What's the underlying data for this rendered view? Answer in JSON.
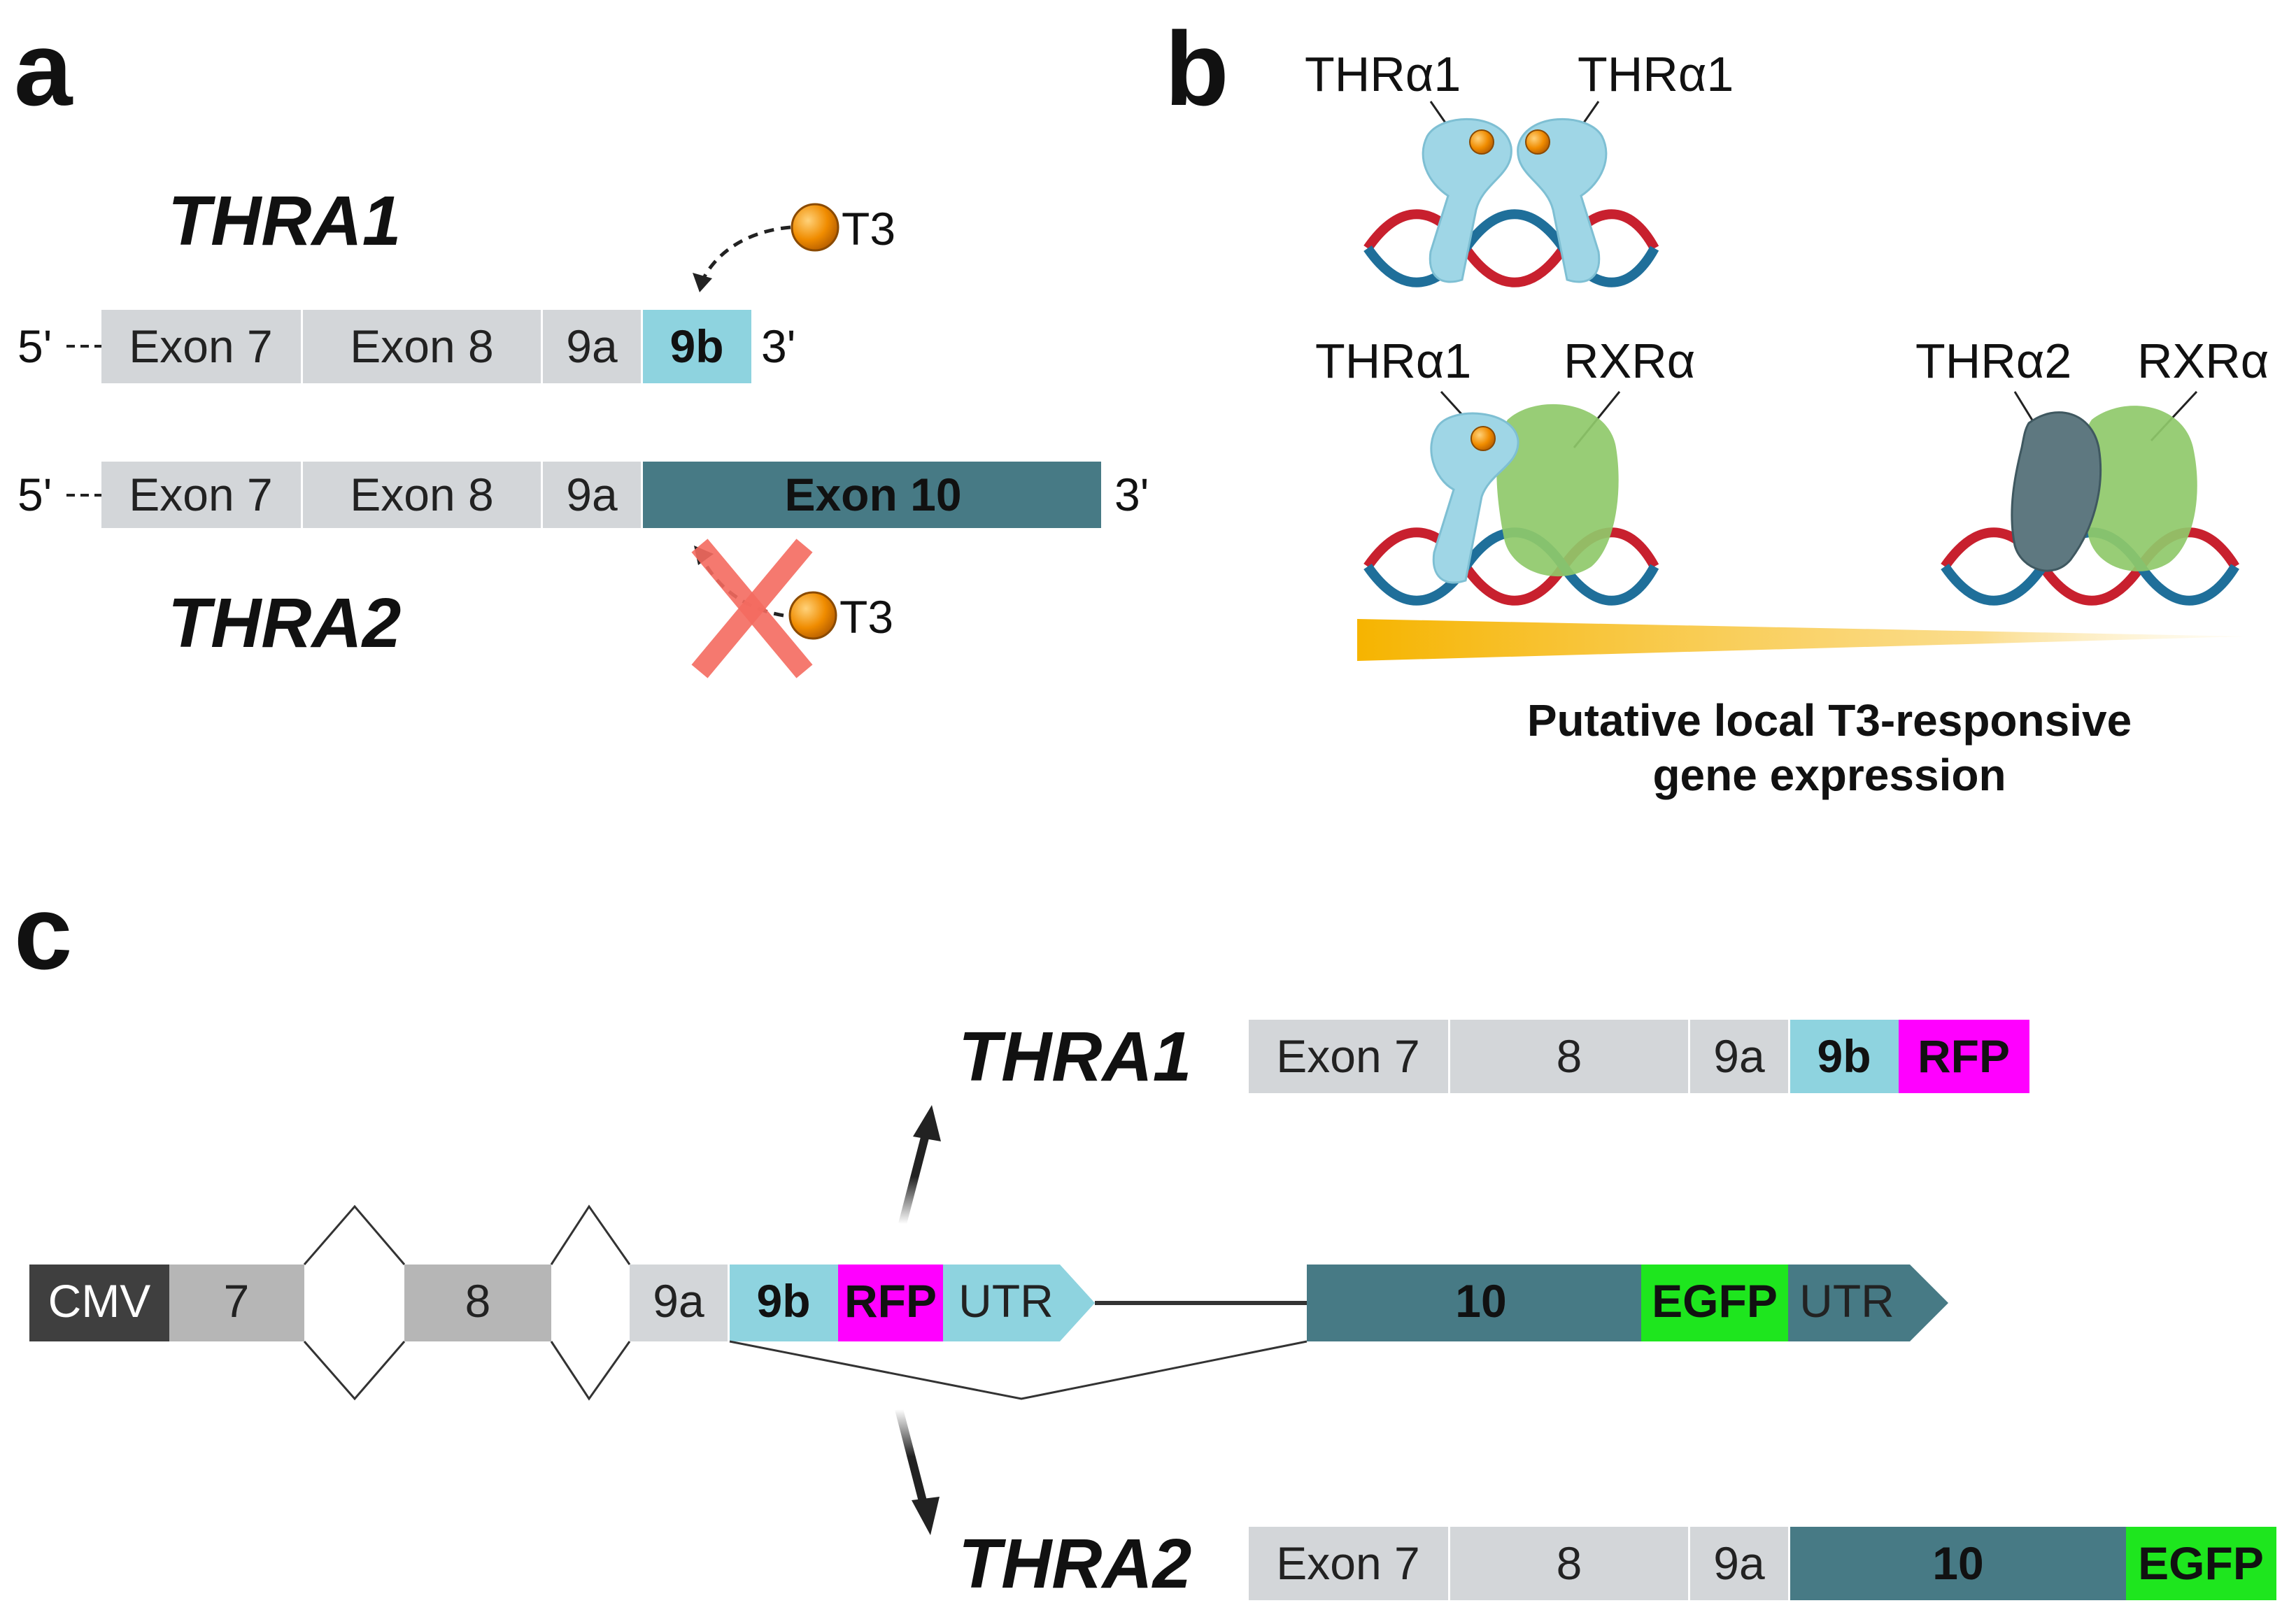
{
  "panels": {
    "a": {
      "letter": "a",
      "thra1_label": "THRA1",
      "thra2_label": "THRA2",
      "ligand": "T3",
      "five_prime": "5'",
      "three_prime": "3'",
      "thra1_exons": [
        "Exon 7",
        "Exon 8",
        "9a",
        "9b"
      ],
      "thra2_exons": [
        "Exon 7",
        "Exon 8",
        "9a",
        "Exon 10"
      ]
    },
    "b": {
      "letter": "b",
      "top_left_label": "THRα1",
      "top_right_label": "THRα1",
      "bottom_left_labels": [
        "THRα1",
        "RXRα"
      ],
      "bottom_right_labels": [
        "THRα2",
        "RXRα"
      ],
      "t3_marker": "T3",
      "caption_line1": "Putative local T3-responsive",
      "caption_line2": "gene expression"
    },
    "c": {
      "letter": "c",
      "construct_blocks": [
        "CMV",
        "7",
        "8",
        "9a",
        "9b",
        "RFP",
        "UTR",
        "10",
        "EGFP",
        "UTR"
      ],
      "thra1_label": "THRA1",
      "thra2_label": "THRA2",
      "thra1_product": [
        "Exon 7",
        "8",
        "9a",
        "9b",
        "RFP"
      ],
      "thra2_product": [
        "Exon 7",
        "8",
        "9a",
        "10",
        "EGFP"
      ]
    }
  },
  "colors": {
    "exon_gray": "#d3d6d9",
    "exon_dark_gray": "#b6b6b6",
    "exon_9b": "#8ed3df",
    "exon_10": "#477a85",
    "rfp": "#ff00ff",
    "egfp": "#1ee61e",
    "cmv": "#3f3f3f",
    "t3_orange": "#f08c00",
    "cross_red": "#f46a5f",
    "dna_red": "#c8202e",
    "dna_blue": "#1f6f9a",
    "thr_a1_blue": "#9fd6e6",
    "thr_a2_slate": "#5e7880",
    "rxr_green": "#8fc96a",
    "gradient_gold": "#f6b400"
  }
}
